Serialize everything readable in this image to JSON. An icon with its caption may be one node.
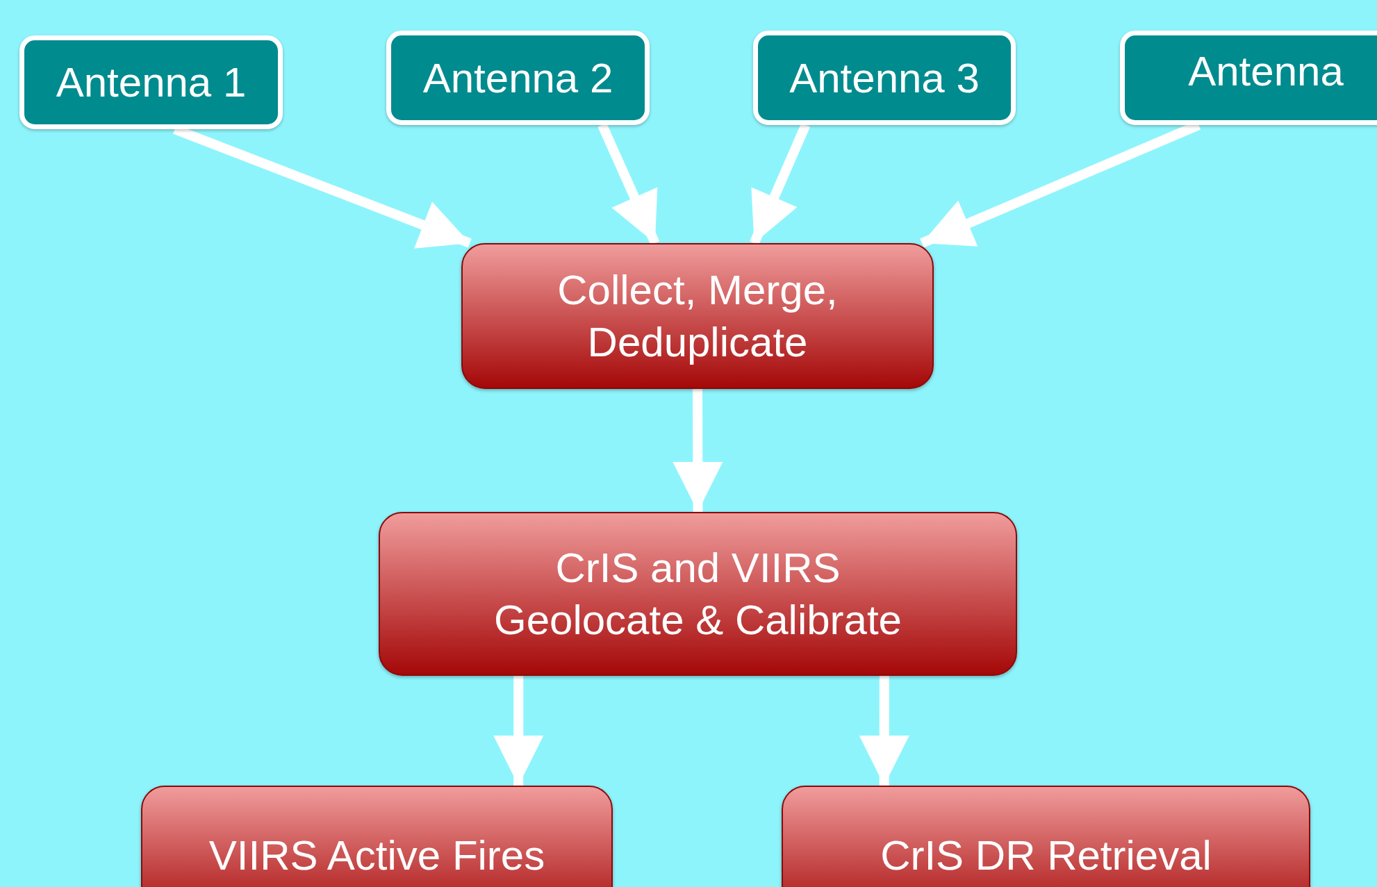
{
  "diagram": {
    "nodes": [
      {
        "text": [
          "Antenna 1"
        ]
      },
      {
        "text": [
          "Antenna 2"
        ]
      },
      {
        "text": [
          "Antenna 3"
        ]
      },
      {
        "text": [
          "Antenna"
        ]
      },
      {
        "text": [
          "Collect, Merge, Deduplicate"
        ]
      },
      {
        "text": [
          "CrIS and VIIRS Geolocate & Calibrate"
        ]
      },
      {
        "text": [
          "VIIRS Active Fires"
        ]
      },
      {
        "text": [
          "CrIS DR Retrieval"
        ]
      }
    ],
    "edges": [
      {
        "from": 0,
        "to": 4,
        "arrow": "to"
      },
      {
        "from": 1,
        "to": 4,
        "arrow": "to"
      },
      {
        "from": 2,
        "to": 4,
        "arrow": "to"
      },
      {
        "from": 3,
        "to": 4,
        "arrow": "to"
      },
      {
        "from": 4,
        "to": 5,
        "arrow": "to"
      },
      {
        "from": 5,
        "to": 6,
        "arrow": "to"
      },
      {
        "from": 5,
        "to": 7,
        "arrow": "to"
      }
    ]
  }
}
